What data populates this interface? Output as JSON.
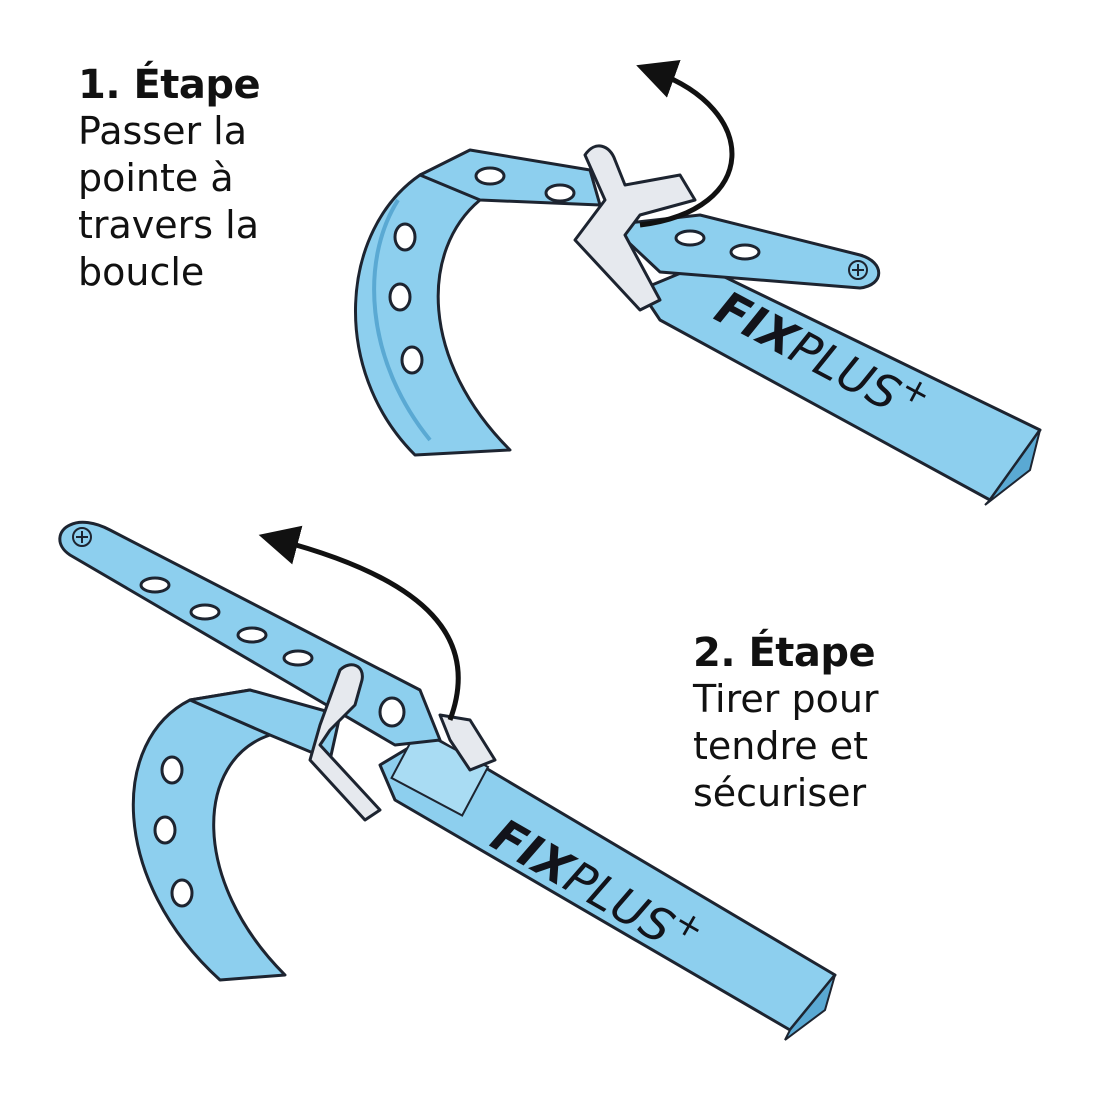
{
  "steps": [
    {
      "title": "1. Étape",
      "description": "Passer la\npointe à\ntravers la\nboucle"
    },
    {
      "title": "2. Étape",
      "description": "Tirer pour\ntendre et\nsécuriser"
    }
  ],
  "brand": {
    "part1": "FIX",
    "part2": "PLUS",
    "mark": "+"
  },
  "colors": {
    "strap": "#8dcfee",
    "strap_dark": "#5aa9d3",
    "outline": "#1d2430",
    "buckle": "#e6e9ee",
    "arrow": "#111111"
  },
  "icons": [
    "curved-arrow-icon",
    "buckle-icon"
  ]
}
